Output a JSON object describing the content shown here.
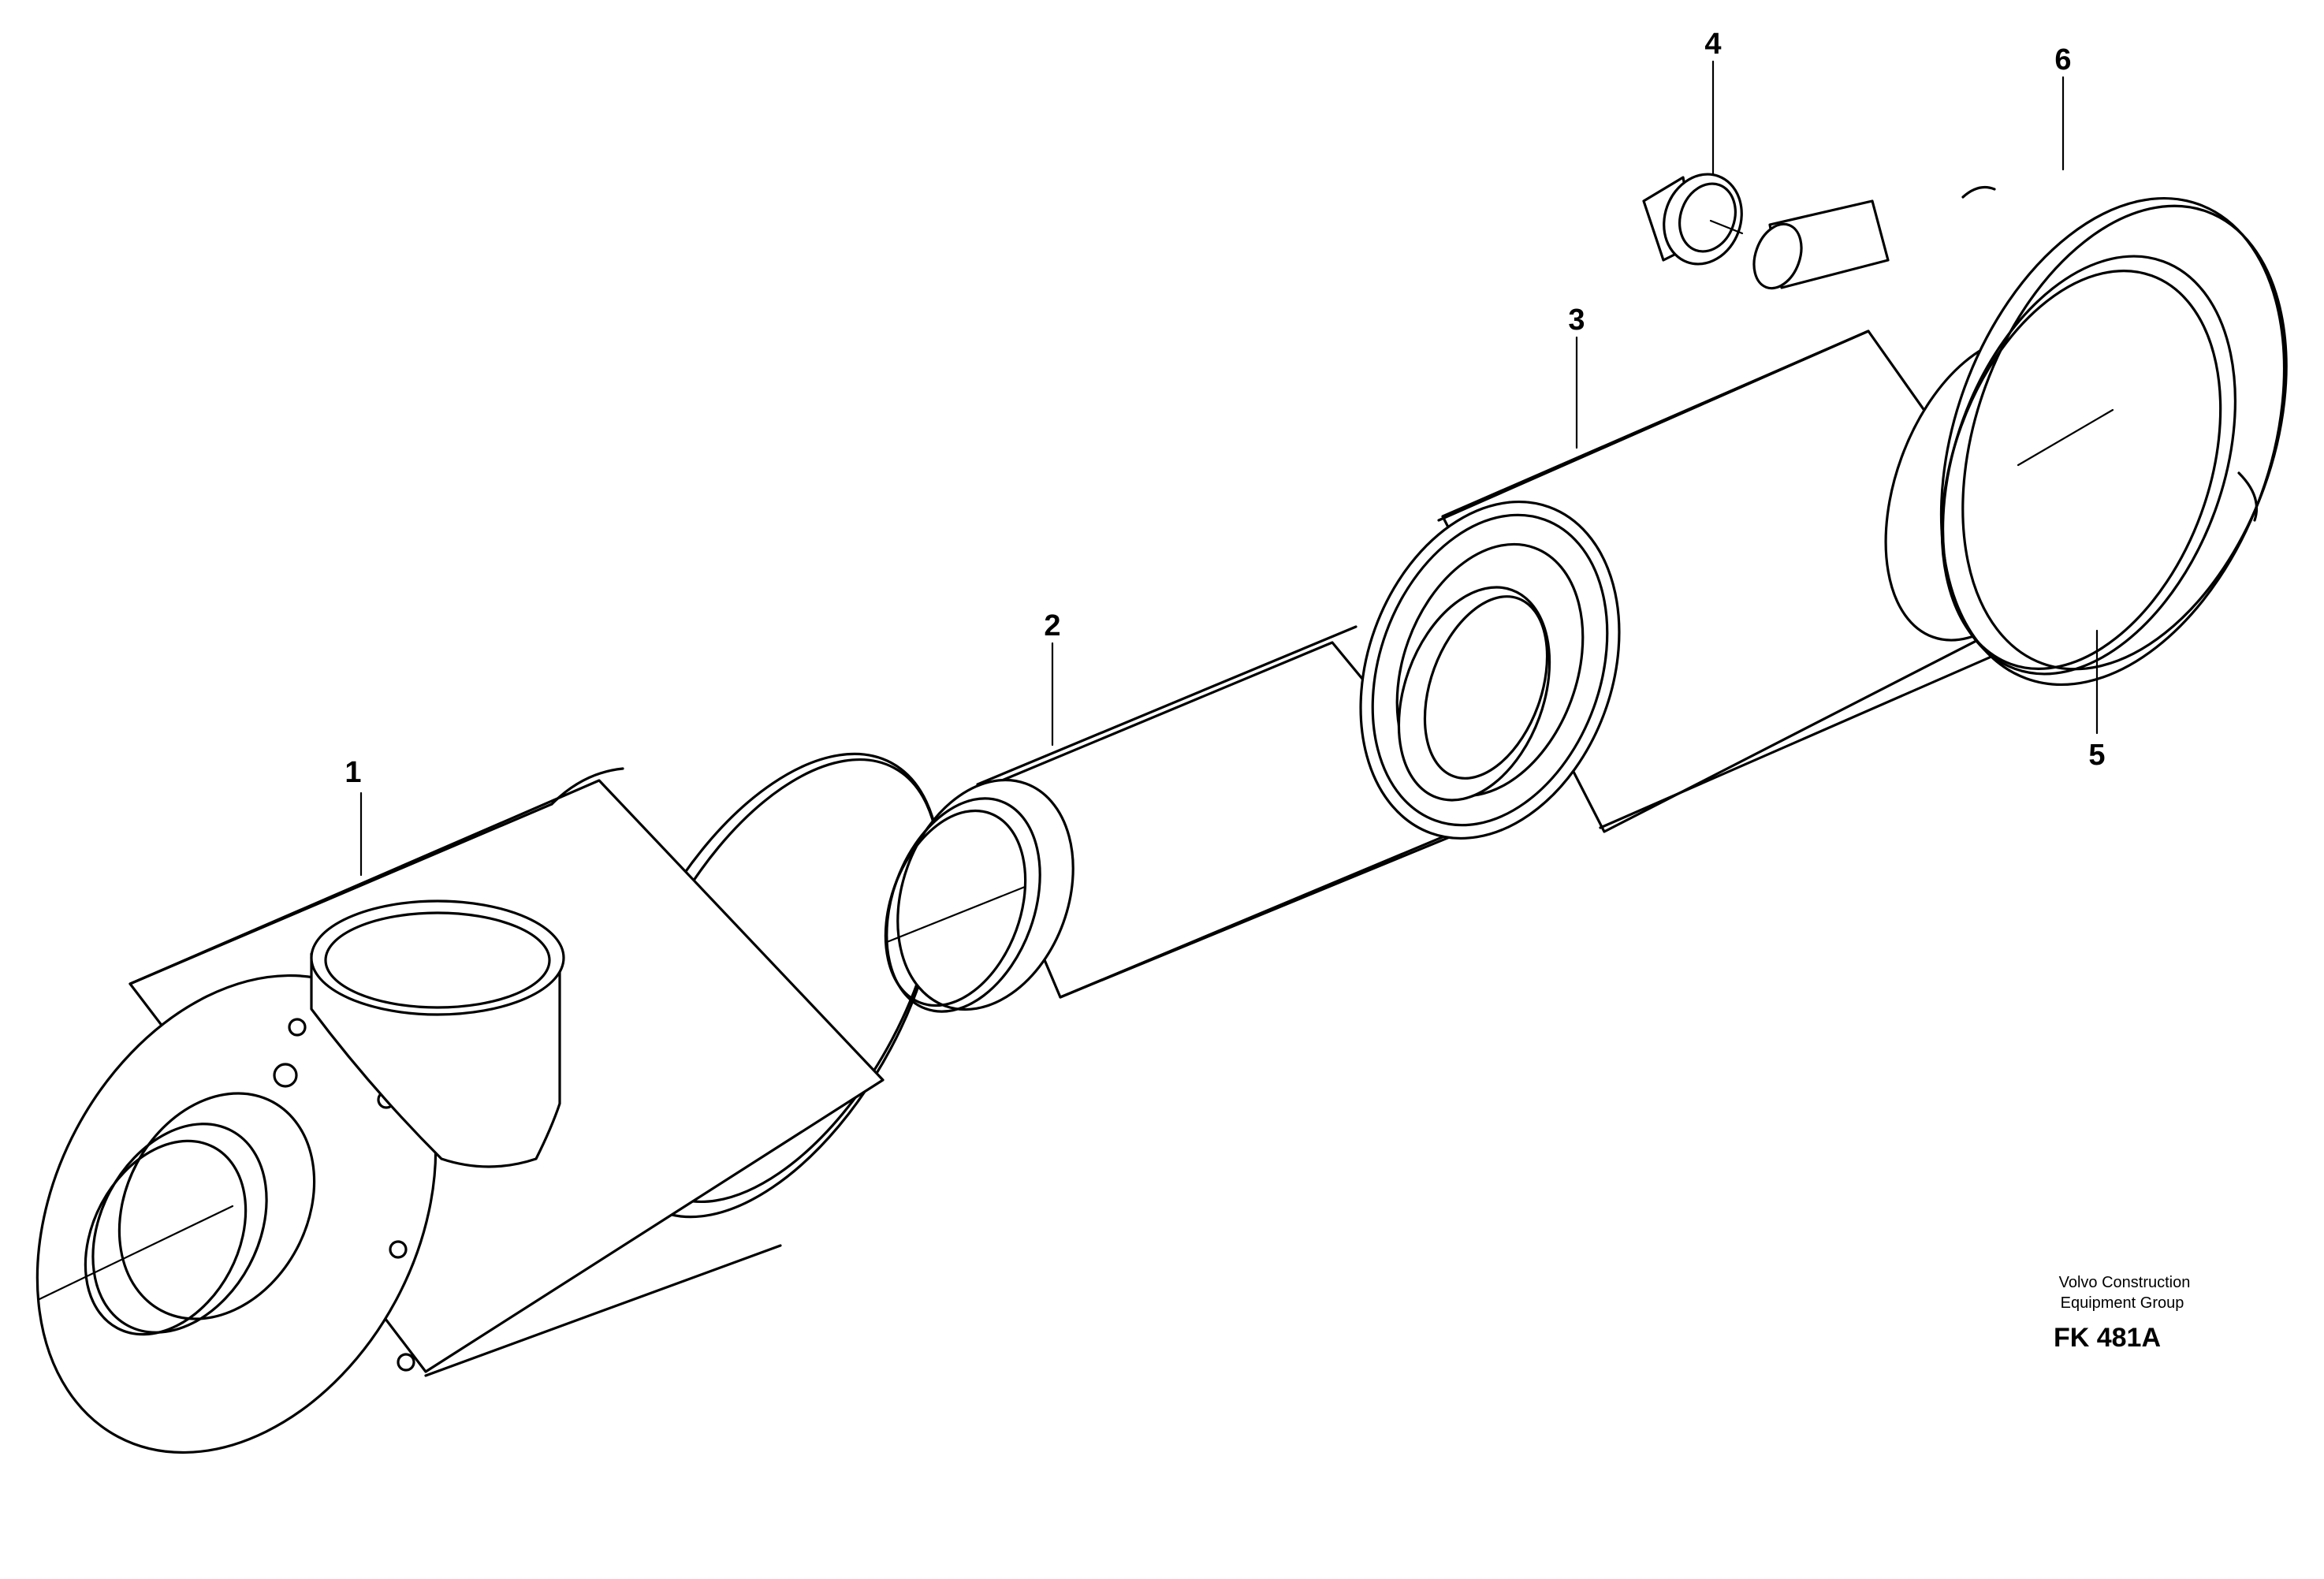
{
  "callouts": [
    {
      "id": "1",
      "label": "1"
    },
    {
      "id": "2",
      "label": "2"
    },
    {
      "id": "3",
      "label": "3"
    },
    {
      "id": "4",
      "label": "4"
    },
    {
      "id": "5",
      "label": "5"
    },
    {
      "id": "6",
      "label": "6"
    }
  ],
  "caption": {
    "company_line1": "Volvo Construction",
    "company_line2": "Equipment Group",
    "drawing_code": "FK 481A"
  }
}
